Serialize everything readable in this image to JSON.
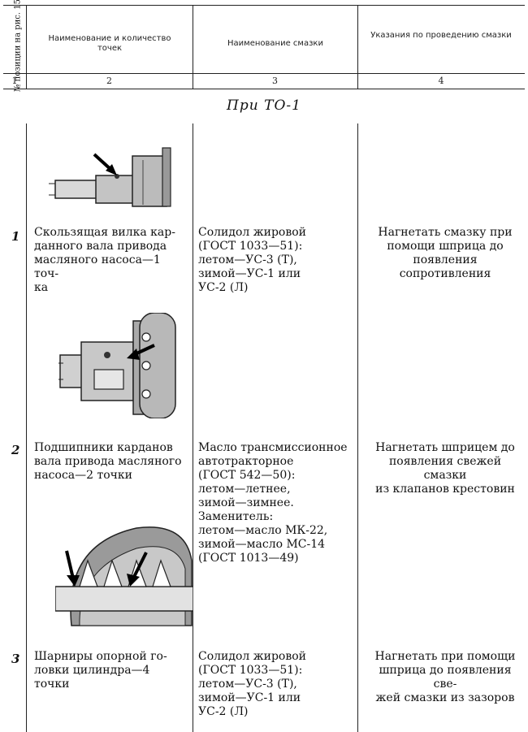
{
  "header": {
    "col1_title": "№ позиции на рис. 15",
    "col2_title": "Наименование и количество точек",
    "col3_title": "Наименование смазки",
    "col4_title": "Указания по проведению смазки",
    "col1_num": "1",
    "col2_num": "2",
    "col3_num": "3",
    "col4_num": "4"
  },
  "section_title": "При ТО-1",
  "rows": [
    {
      "num": "1",
      "name": "Скользящая вилка кар-\nданного вала привода\nмасляного насоса—1 точ-\nка",
      "lubricant": "Солидол жировой\n(ГОСТ 1033—51):\n     летом—УС-3 (Т),\n     зимой—УС-1 или\n     УС-2 (Л)",
      "instructions": "Нагнетать смазку при\nпомощи шприца до\nпоявления сопротивления"
    },
    {
      "num": "2",
      "name": "Подшипники карданов\nвала привода масляного\nнасоса—2 точки",
      "lubricant": "Масло трансмиссионное\nавтотракторное\n(ГОСТ 542—50):\n     летом—летнее,\n     зимой—зимнее.\n  Заменитель:\n     летом—масло МК-22,\n     зимой—масло МС-14\n     (ГОСТ 1013—49)",
      "instructions": "Нагнетать шприцем до\nпоявления свежей смазки\nиз клапанов крестовин"
    },
    {
      "num": "3",
      "name": "Шарниры опорной го-\nловки цилиндра—4 точки",
      "lubricant": "Солидол жировой\n(ГОСТ 1033—51):\n     летом—УС-3 (Т),\n     зимой—УС-1 или\n     УС-2 (Л)",
      "instructions": "Нагнетать при помощи\nшприца до появления све-\nжей смазки из зазоров"
    }
  ]
}
